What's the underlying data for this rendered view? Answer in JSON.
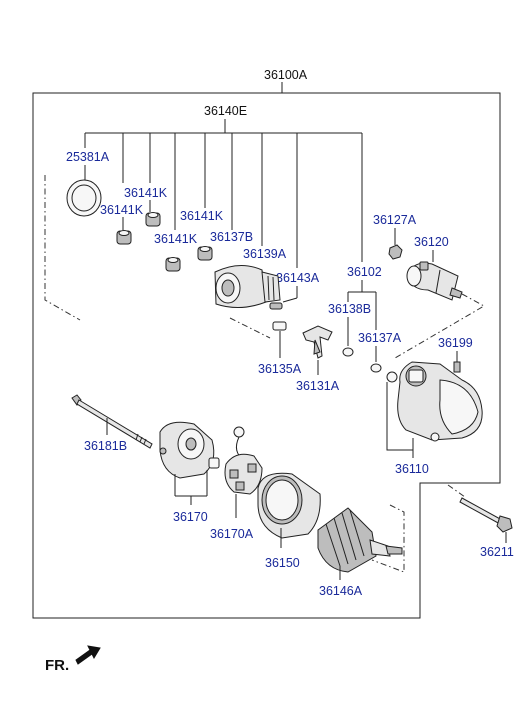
{
  "diagram": {
    "direction_label": "FR.",
    "part_labels": {
      "assembly": "36100A",
      "drive_group": "36140E",
      "gasket": "25381A",
      "roller_1": "36141K",
      "roller_2": "36141K",
      "roller_3": "36141K",
      "roller_4": "36141K",
      "pinion": "36137B",
      "clutch": "36139A",
      "pin": "36143A",
      "lever_group": "36102",
      "spring": "36138B",
      "clip": "36137A",
      "washer": "36135A",
      "lever": "36131A",
      "nut": "36127A",
      "solenoid": "36120",
      "screw": "36199",
      "housing": "36110",
      "through_bolt": "36181B",
      "end_frame": "36170",
      "brush_holder": "36170A",
      "yoke": "36150",
      "armature": "36146A",
      "mount_bolt": "36211"
    }
  }
}
